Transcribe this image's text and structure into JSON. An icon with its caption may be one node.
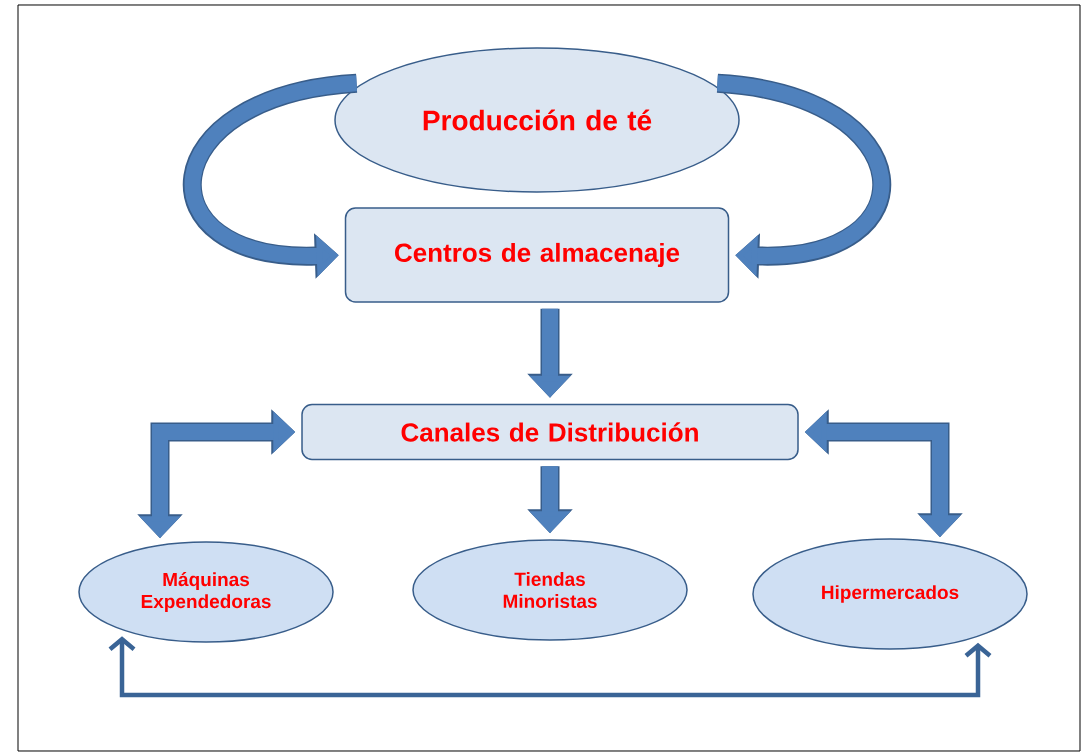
{
  "diagram": {
    "nodes": [
      {
        "text": [
          "Producción de té"
        ]
      },
      {
        "text": [
          "Centros de almacenaje"
        ]
      },
      {
        "text": [
          "Canales de Distribución"
        ]
      },
      {
        "text": [
          "Máquinas Expendedoras"
        ]
      },
      {
        "text": [
          "Tiendas Minoristas"
        ]
      },
      {
        "text": [
          "Hipermercados"
        ]
      }
    ],
    "edges": [
      {
        "from": 0,
        "to": 1,
        "arrow": "to"
      },
      {
        "from": 0,
        "to": 1,
        "arrow": "to"
      },
      {
        "from": 1,
        "to": 2,
        "arrow": "to"
      },
      {
        "from": 2,
        "to": 3,
        "arrow": "both"
      },
      {
        "from": 2,
        "to": 4,
        "arrow": "to"
      },
      {
        "from": 2,
        "to": 5,
        "arrow": "both"
      },
      {
        "from": 3,
        "to": 5,
        "arrow": "both",
        "color": "#3a6496"
      }
    ]
  }
}
